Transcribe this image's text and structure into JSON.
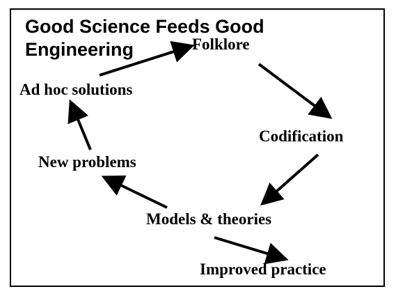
{
  "diagram": {
    "title_lines": [
      "Good Science Feeds Good",
      "Engineering"
    ],
    "nodes": {
      "folklore": "Folklore",
      "codification": "Codification",
      "models_theories": "Models & theories",
      "improved_practice": "Improved practice",
      "new_problems": "New problems",
      "ad_hoc_solutions": "Ad hoc solutions"
    },
    "edges": [
      {
        "from": "ad_hoc_solutions",
        "to": "folklore"
      },
      {
        "from": "folklore",
        "to": "codification"
      },
      {
        "from": "codification",
        "to": "models_theories"
      },
      {
        "from": "models_theories",
        "to": "new_problems"
      },
      {
        "from": "models_theories",
        "to": "improved_practice"
      },
      {
        "from": "new_problems",
        "to": "ad_hoc_solutions"
      }
    ]
  }
}
